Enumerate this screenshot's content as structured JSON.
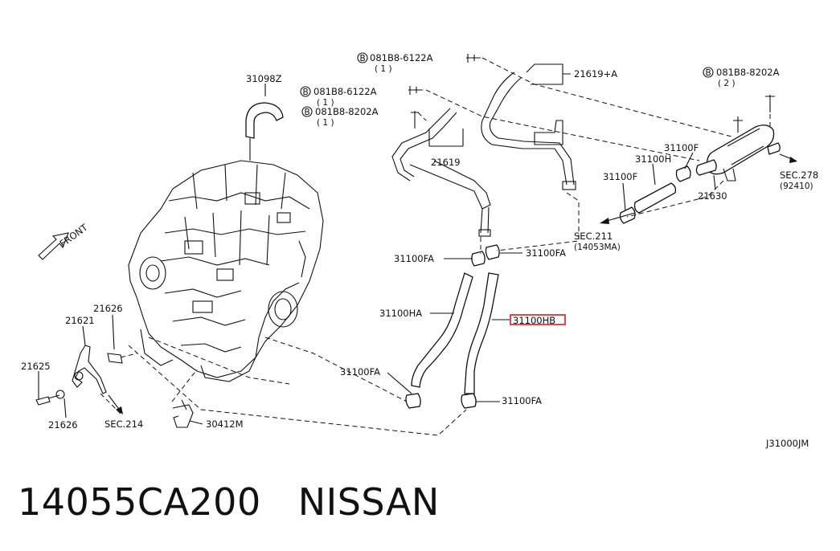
{
  "diagram": {
    "parts": {
      "p31098Z": "31098Z",
      "p21619A": "21619+A",
      "p21619": "21619",
      "p31100F_top": "31100F",
      "p31100H": "31100H",
      "p31100F_left": "31100F",
      "p21630": "21630",
      "p31100FA_1": "31100FA",
      "p31100FA_2": "31100FA",
      "p31100HA": "31100HA",
      "p31100HB": "31100HB",
      "p31100FA_3": "31100FA",
      "p31100FA_4": "31100FA",
      "p21626_top": "21626",
      "p21621": "21621",
      "p21625": "21625",
      "p21626_bottom": "21626",
      "p30412M": "30412M"
    },
    "bolts": [
      {
        "symbol": "B",
        "code": "081B8-6122A",
        "qty": "( 1 )"
      },
      {
        "symbol": "B",
        "code": "081B8-6122A",
        "qty": "( 1 )"
      },
      {
        "symbol": "B",
        "code": "081B8-8202A",
        "qty": "( 1 )"
      },
      {
        "symbol": "B",
        "code": "081B8-8202A",
        "qty": "( 2 )"
      }
    ],
    "sections": {
      "sec278": "SEC.278",
      "sec278_ref": "(92410)",
      "sec211": "SEC.211",
      "sec211_ref": "(14053MA)",
      "sec214": "SEC.214"
    },
    "front_label": "FRONT",
    "diagram_code": "J31000JM",
    "highlight_color": "#e0191e"
  },
  "caption": {
    "part_number": "14055CA200",
    "brand": "NISSAN"
  }
}
